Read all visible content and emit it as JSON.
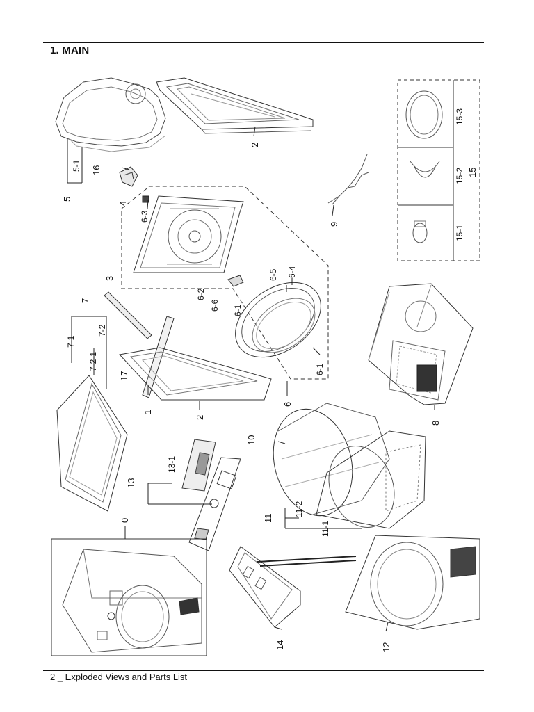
{
  "header": {
    "section_title": "1. MAIN"
  },
  "footer": {
    "text": "2 _ Exploded Views and Parts List"
  },
  "callouts": {
    "c0": "0",
    "c1": "1",
    "c2a": "2",
    "c2b": "2",
    "c3": "3",
    "c4": "4",
    "c5": "5",
    "c5_1": "5-1",
    "c6": "6",
    "c6_1a": "6-1",
    "c6_1b": "6-1",
    "c6_2": "6-2",
    "c6_3": "6-3",
    "c6_4": "6-4",
    "c6_5": "6-5",
    "c6_6": "6-6",
    "c7": "7",
    "c7_1": "7-1",
    "c7_2": "7-2",
    "c7_2_1": "7-2-1",
    "c8": "8",
    "c9": "9",
    "c10": "10",
    "c11": "11",
    "c11_1": "11-1",
    "c11_2": "11-2",
    "c12": "12",
    "c13": "13",
    "c13_1": "13-1",
    "c14": "14",
    "c15": "15",
    "c15_1": "15-1",
    "c15_2": "15-2",
    "c15_3": "15-3",
    "c16": "16",
    "c17": "17"
  }
}
